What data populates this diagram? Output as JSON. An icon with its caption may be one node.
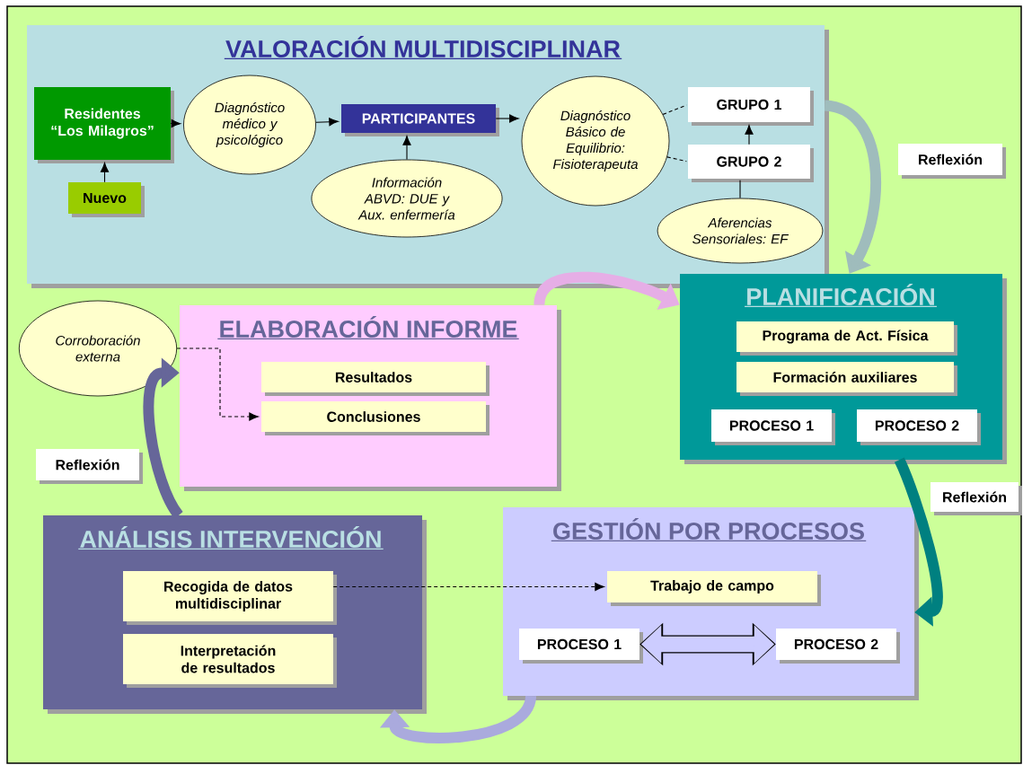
{
  "diagram": {
    "nodes": [
      {
        "text": [
          "VALORACIÓN MULTIDISCIPLINAR"
        ]
      },
      {
        "text": [
          "Residentes “Los Milagros”"
        ],
        "in": 0
      },
      {
        "text": [
          "Nuevo"
        ],
        "in": 0
      },
      {
        "text": [
          "Diagnóstico médico y psicológico"
        ],
        "in": 0
      },
      {
        "text": [
          "PARTICIPANTES"
        ],
        "in": 0
      },
      {
        "text": [
          "Información ABVD: DUE y Aux. enfermería"
        ],
        "in": 0
      },
      {
        "text": [
          "Diagnóstico Básico de Equilibrio: Fisioterapeuta"
        ],
        "in": 0
      },
      {
        "text": [
          "GRUPO 1"
        ],
        "in": 0
      },
      {
        "text": [
          "GRUPO 2"
        ],
        "in": 0
      },
      {
        "text": [
          "Aferencias Sensoriales: EF"
        ],
        "in": 0
      },
      {
        "text": [
          "Reflexión"
        ]
      },
      {
        "text": [
          "PLANIFICACIÓN"
        ]
      },
      {
        "text": [
          "Programa de Act. Física"
        ],
        "in": 11
      },
      {
        "text": [
          "Formación auxiliares"
        ],
        "in": 11
      },
      {
        "text": [
          "PROCESO 1"
        ],
        "in": 11
      },
      {
        "text": [
          "PROCESO 2"
        ],
        "in": 11
      },
      {
        "text": [
          "Corroboración externa"
        ]
      },
      {
        "text": [
          "ELABORACIÓN INFORME"
        ]
      },
      {
        "text": [
          "Resultados"
        ],
        "in": 17
      },
      {
        "text": [
          "Conclusiones"
        ],
        "in": 17
      },
      {
        "text": [
          "Reflexión"
        ]
      },
      {
        "text": [
          "Reflexión"
        ]
      },
      {
        "text": [
          "ANÁLISIS INTERVENCIÓN"
        ]
      },
      {
        "text": [
          "Recogida de datos multidisciplinar"
        ],
        "in": 22
      },
      {
        "text": [
          "Interpretación de resultados"
        ],
        "in": 22
      },
      {
        "text": [
          "GESTIÓN POR PROCESOS"
        ]
      },
      {
        "text": [
          "Trabajo de campo"
        ],
        "in": 25
      },
      {
        "text": [
          "PROCESO 1"
        ],
        "in": 25
      },
      {
        "text": [
          "PROCESO 2"
        ],
        "in": 25
      }
    ],
    "edges": [
      {
        "from": 1,
        "to": 3,
        "arrow": "to"
      },
      {
        "from": 2,
        "to": 1,
        "arrow": "to"
      },
      {
        "from": 3,
        "to": 4,
        "arrow": "to"
      },
      {
        "from": 5,
        "to": 4,
        "arrow": "to"
      },
      {
        "from": 4,
        "to": 6,
        "arrow": "to"
      },
      {
        "from": 6,
        "to": 7,
        "arrow": "none",
        "style": "dashed"
      },
      {
        "from": 6,
        "to": 8,
        "arrow": "none",
        "style": "dashed"
      },
      {
        "from": 8,
        "to": 7,
        "arrow": "to"
      },
      {
        "from": 9,
        "to": 8,
        "arrow": "none"
      },
      {
        "from": 0,
        "to": 11,
        "arrow": "to",
        "style": "thick",
        "color": "#9fbcbc"
      },
      {
        "from": 17,
        "to": 11,
        "arrow": "to",
        "style": "thick",
        "color": "#e6aee6"
      },
      {
        "from": 11,
        "to": 25,
        "arrow": "to",
        "style": "thick",
        "color": "#008080"
      },
      {
        "from": 25,
        "to": 22,
        "arrow": "to",
        "style": "thick",
        "color": "#aaaadd"
      },
      {
        "from": 22,
        "to": 17,
        "arrow": "to",
        "style": "thick",
        "color": "#666699"
      },
      {
        "from": 16,
        "to": 19,
        "arrow": "to",
        "style": "dashed"
      },
      {
        "from": 23,
        "to": 26,
        "arrow": "to",
        "style": "dashed"
      },
      {
        "from": 27,
        "to": 28,
        "arrow": "both",
        "style": "thick",
        "color": "#ccccff"
      }
    ]
  }
}
